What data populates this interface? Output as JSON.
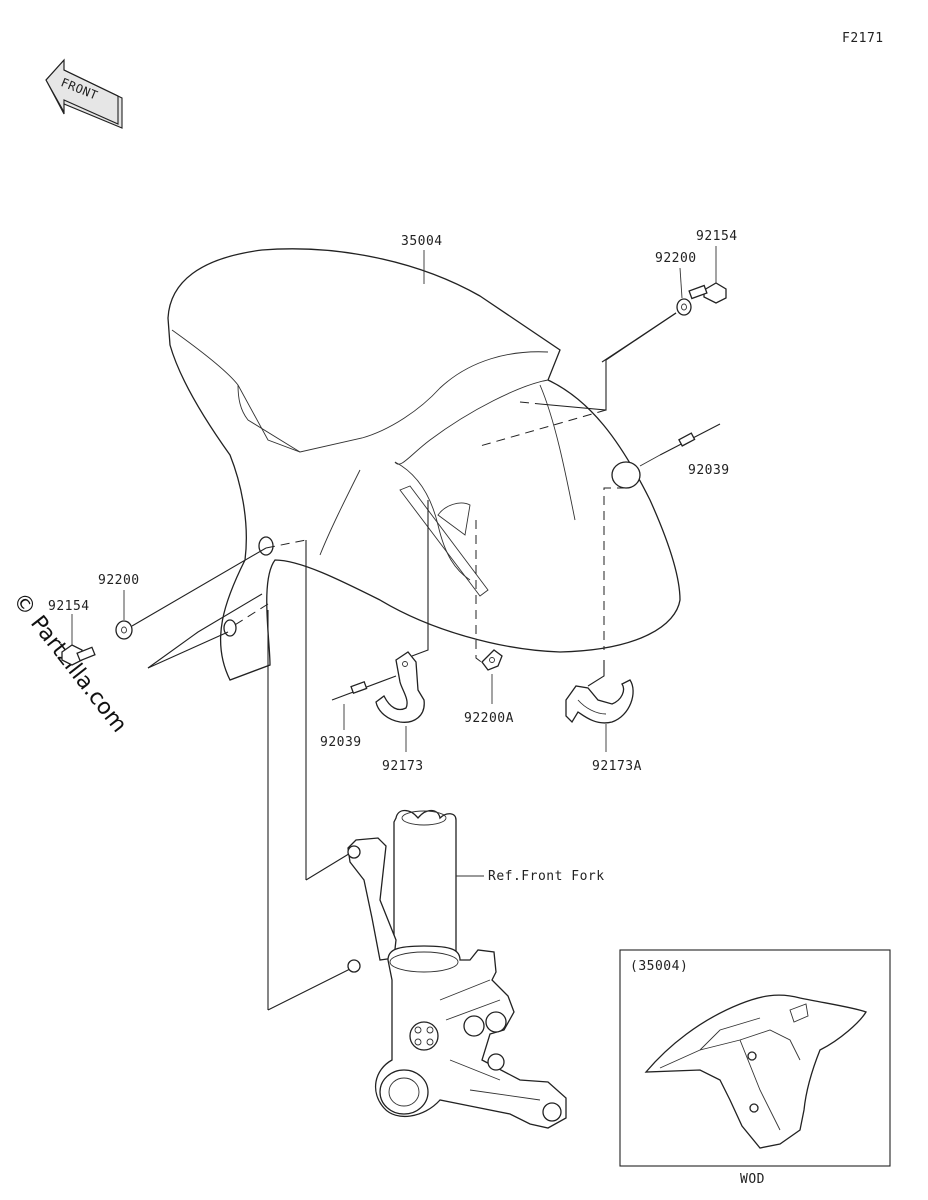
{
  "figure_code": "F2171",
  "front_arrow_label": "FRONT",
  "watermark": "© Partzilla.com",
  "labels": {
    "fender": "35004",
    "washer_right": "92200",
    "bolt_right": "92154",
    "pin_right": "92039",
    "washer_left": "92200",
    "bolt_left": "92154",
    "pin_left": "92039",
    "clamp_left": "92173",
    "washer_small": "92200A",
    "clamp_right": "92173A",
    "fork_ref": "Ref.Front Fork"
  },
  "inset": {
    "title": "(35004)",
    "caption": "WOD"
  }
}
